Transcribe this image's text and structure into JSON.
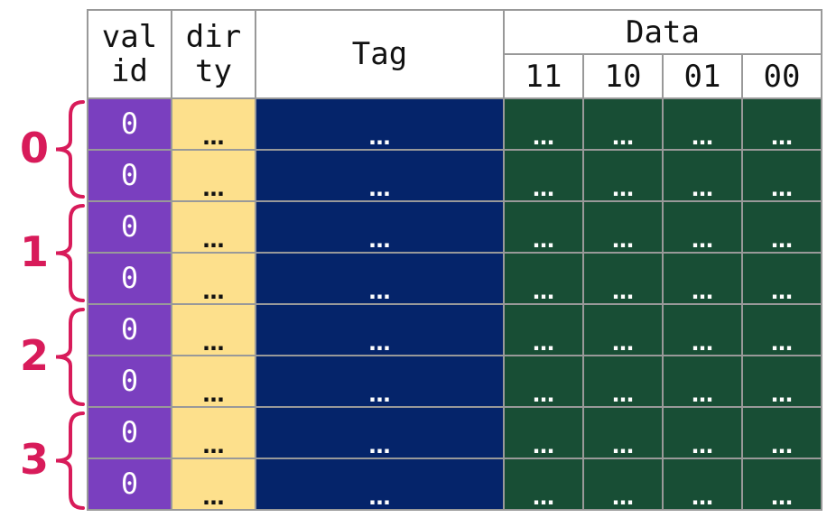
{
  "colors": {
    "valid_bg": "#7a3fbf",
    "dirty_bg": "#fde08c",
    "tag_bg": "#05246a",
    "data_bg": "#184e35",
    "accent": "#d81b5a",
    "grid": "#999999"
  },
  "headers": {
    "valid_line1": "val",
    "valid_line2": "id",
    "dirty_line1": "dir",
    "dirty_line2": "ty",
    "tag": "Tag",
    "data": "Data",
    "offsets": [
      "11",
      "10",
      "01",
      "00"
    ]
  },
  "sets": [
    "0",
    "1",
    "2",
    "3"
  ],
  "rows": [
    {
      "valid": "0",
      "dirty": "…",
      "tag": "…",
      "data": [
        "…",
        "…",
        "…",
        "…"
      ]
    },
    {
      "valid": "0",
      "dirty": "…",
      "tag": "…",
      "data": [
        "…",
        "…",
        "…",
        "…"
      ]
    },
    {
      "valid": "0",
      "dirty": "…",
      "tag": "…",
      "data": [
        "…",
        "…",
        "…",
        "…"
      ]
    },
    {
      "valid": "0",
      "dirty": "…",
      "tag": "…",
      "data": [
        "…",
        "…",
        "…",
        "…"
      ]
    },
    {
      "valid": "0",
      "dirty": "…",
      "tag": "…",
      "data": [
        "…",
        "…",
        "…",
        "…"
      ]
    },
    {
      "valid": "0",
      "dirty": "…",
      "tag": "…",
      "data": [
        "…",
        "…",
        "…",
        "…"
      ]
    },
    {
      "valid": "0",
      "dirty": "…",
      "tag": "…",
      "data": [
        "…",
        "…",
        "…",
        "…"
      ]
    },
    {
      "valid": "0",
      "dirty": "…",
      "tag": "…",
      "data": [
        "…",
        "…",
        "…",
        "…"
      ]
    }
  ]
}
